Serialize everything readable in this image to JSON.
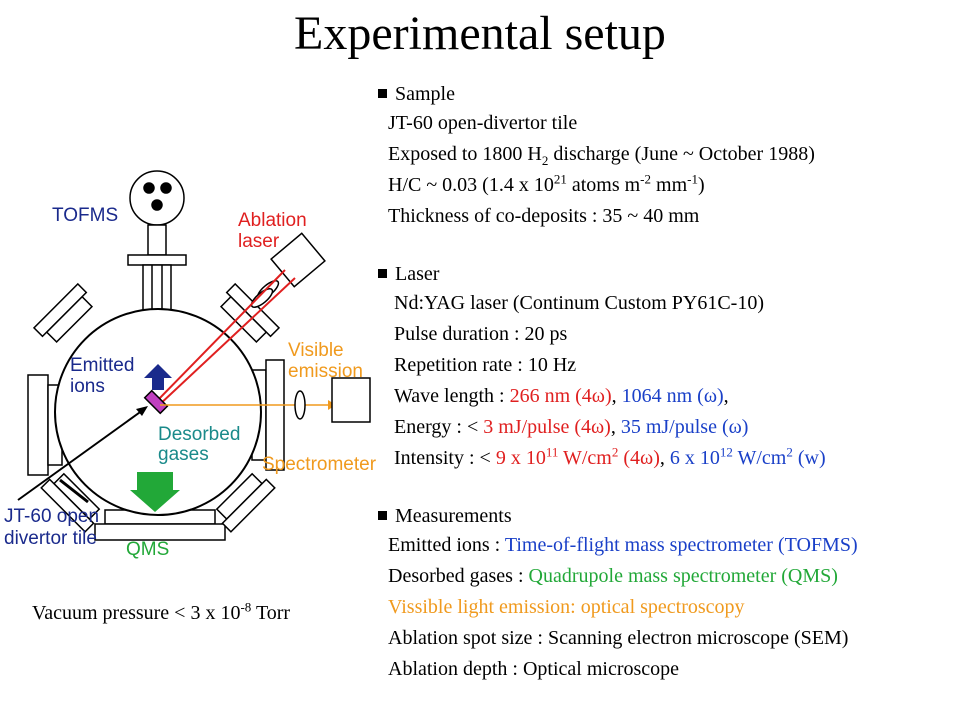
{
  "title": "Experimental setup",
  "diagram": {
    "labels": {
      "tofms": "TOFMS",
      "ablation_laser_1": "Ablation",
      "ablation_laser_2": "laser",
      "visible_emission_1": "Visible",
      "visible_emission_2": "emission",
      "emitted_ions_1": "Emitted",
      "emitted_ions_2": "ions",
      "desorbed_gases_1": "Desorbed",
      "desorbed_gases_2": "gases",
      "spectrometer": "Spectrometer",
      "tile_1": "JT-60 open",
      "tile_2": "divertor tile",
      "qms": "QMS"
    },
    "vacuum": {
      "prefix": "Vacuum pressure < 3 x 10",
      "exp": "-8",
      "suffix": " Torr"
    }
  },
  "sample": {
    "heading": "Sample",
    "tile": "JT-60 open-divertor tile",
    "exposed_pre": "Exposed to 1800 H",
    "exposed_sub": "2",
    "exposed_post": " discharge (June ~ October 1988)",
    "hc_1": "H/C ~ 0.03 (1.4 x 10",
    "hc_exp1": "21",
    "hc_2": " atoms m",
    "hc_exp2": "-2",
    "hc_3": " mm",
    "hc_exp3": "-1",
    "hc_4": ")",
    "thickness": "Thickness of co-deposits : 35 ~ 40 mm"
  },
  "laser": {
    "heading": "Laser",
    "model": "Nd:YAG laser (Continum Custom PY61C-10)",
    "pulse": "Pulse duration : 20 ps",
    "rep": "Repetition rate : 10 Hz",
    "wave_label": "Wave length : ",
    "wave_red": "266 nm (4ω)",
    "wave_sep": ", ",
    "wave_blue": "1064 nm (ω)",
    "wave_end": ",",
    "energy_label": "Energy : < ",
    "energy_red": "3 mJ/pulse (4ω)",
    "energy_sep": ", ",
    "energy_blue": "35 mJ/pulse (ω)",
    "int_label": "Intensity : < ",
    "int_red_1": "9 x 10",
    "int_red_exp1": "11",
    "int_red_2": " W/cm",
    "int_red_exp2": "2",
    "int_red_3": " (4ω)",
    "int_sep": ", ",
    "int_blue_1": "6 x 10",
    "int_blue_exp1": "12",
    "int_blue_2": " W/cm",
    "int_blue_exp2": "2",
    "int_blue_3": " (w)"
  },
  "measurements": {
    "heading": "Measurements",
    "ions_label": "Emitted ions : ",
    "ions_val": "Time-of-flight mass spectrometer (TOFMS)",
    "gases_label": "Desorbed gases : ",
    "gases_val": "Quadrupole mass spectrometer (QMS)",
    "visible": "Vissible light emission: optical spectroscopy",
    "spot": "Ablation spot size : Scanning electron microscope (SEM)",
    "depth": "Ablation depth : Optical microscope"
  }
}
